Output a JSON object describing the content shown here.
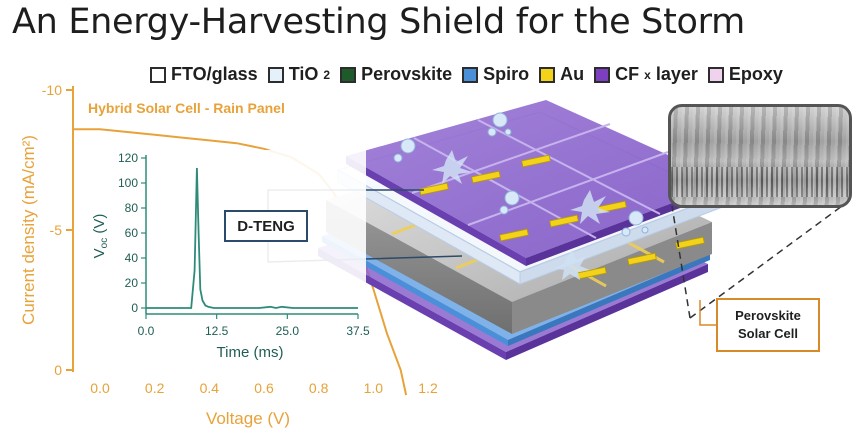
{
  "page": {
    "title": "An Energy-Harvesting Shield for the Storm"
  },
  "legend": {
    "items": [
      {
        "label": "FTO/glass",
        "sub": "",
        "color": "#ffffff"
      },
      {
        "label": "TiO",
        "sub": "2",
        "color": "#e4f1fb"
      },
      {
        "label": "Perovskite",
        "sub": "",
        "color": "#1f5b2a"
      },
      {
        "label": "Spiro",
        "sub": "",
        "color": "#4a90d9"
      },
      {
        "label": "Au",
        "sub": "",
        "color": "#f3d21a"
      },
      {
        "label": "CF",
        "sub": "x",
        "label_after": " layer",
        "color": "#7b3fbf"
      },
      {
        "label": "Epoxy",
        "sub": "",
        "color": "#f0d2ef"
      }
    ]
  },
  "labels": {
    "dteng": "D-TENG",
    "psc_line1": "Perovskite",
    "psc_line2": "Solar Cell"
  },
  "colors": {
    "jv_curve": "#e8a23a",
    "voc_trace": "#2e8b7a",
    "cfx": "#7b3fbf",
    "gold": "#f3d21a"
  },
  "chart_data": [
    {
      "type": "line",
      "title": "Hybrid Solar Cell - Rain Panel",
      "xlabel": "Voltage (V)",
      "ylabel": "Current density (mA/cm²)",
      "xlim": [
        -0.1,
        1.2
      ],
      "ylim": [
        0,
        -10
      ],
      "x_ticks": [
        "0.0",
        "0.2",
        "0.4",
        "0.6",
        "0.8",
        "1.0",
        "1.2"
      ],
      "y_ticks": [
        "-10",
        "-5",
        "0"
      ],
      "x": [
        0.0,
        0.1,
        0.2,
        0.3,
        0.4,
        0.5,
        0.6,
        0.7,
        0.8,
        0.85,
        0.9,
        0.95,
        1.0,
        1.05,
        1.1
      ],
      "y": [
        -8.6,
        -8.5,
        -8.4,
        -8.3,
        -8.2,
        -8.1,
        -7.9,
        -7.6,
        -7.0,
        -6.4,
        -5.6,
        -4.4,
        -2.9,
        -1.3,
        0.0
      ]
    },
    {
      "type": "line",
      "xlabel": "Time (ms)",
      "ylabel": "V_oc (V)",
      "ylabel_main": "V",
      "ylabel_sub": "oc",
      "ylabel_unit": " (V)",
      "xlim": [
        0,
        37.5
      ],
      "ylim": [
        0,
        120
      ],
      "x_ticks": [
        "0.0",
        "12.5",
        "25.0",
        "37.5"
      ],
      "y_ticks": [
        "0",
        "20",
        "40",
        "60",
        "80",
        "100",
        "120"
      ],
      "x": [
        0,
        4,
        8,
        8.6,
        9.0,
        9.3,
        9.6,
        10.0,
        10.5,
        11,
        12,
        14,
        20,
        22,
        23,
        24,
        26,
        30,
        37.5
      ],
      "y": [
        0,
        0,
        0,
        30,
        112,
        60,
        15,
        6,
        2,
        1,
        0,
        0,
        0,
        1,
        0,
        1,
        0,
        0,
        0
      ]
    }
  ]
}
